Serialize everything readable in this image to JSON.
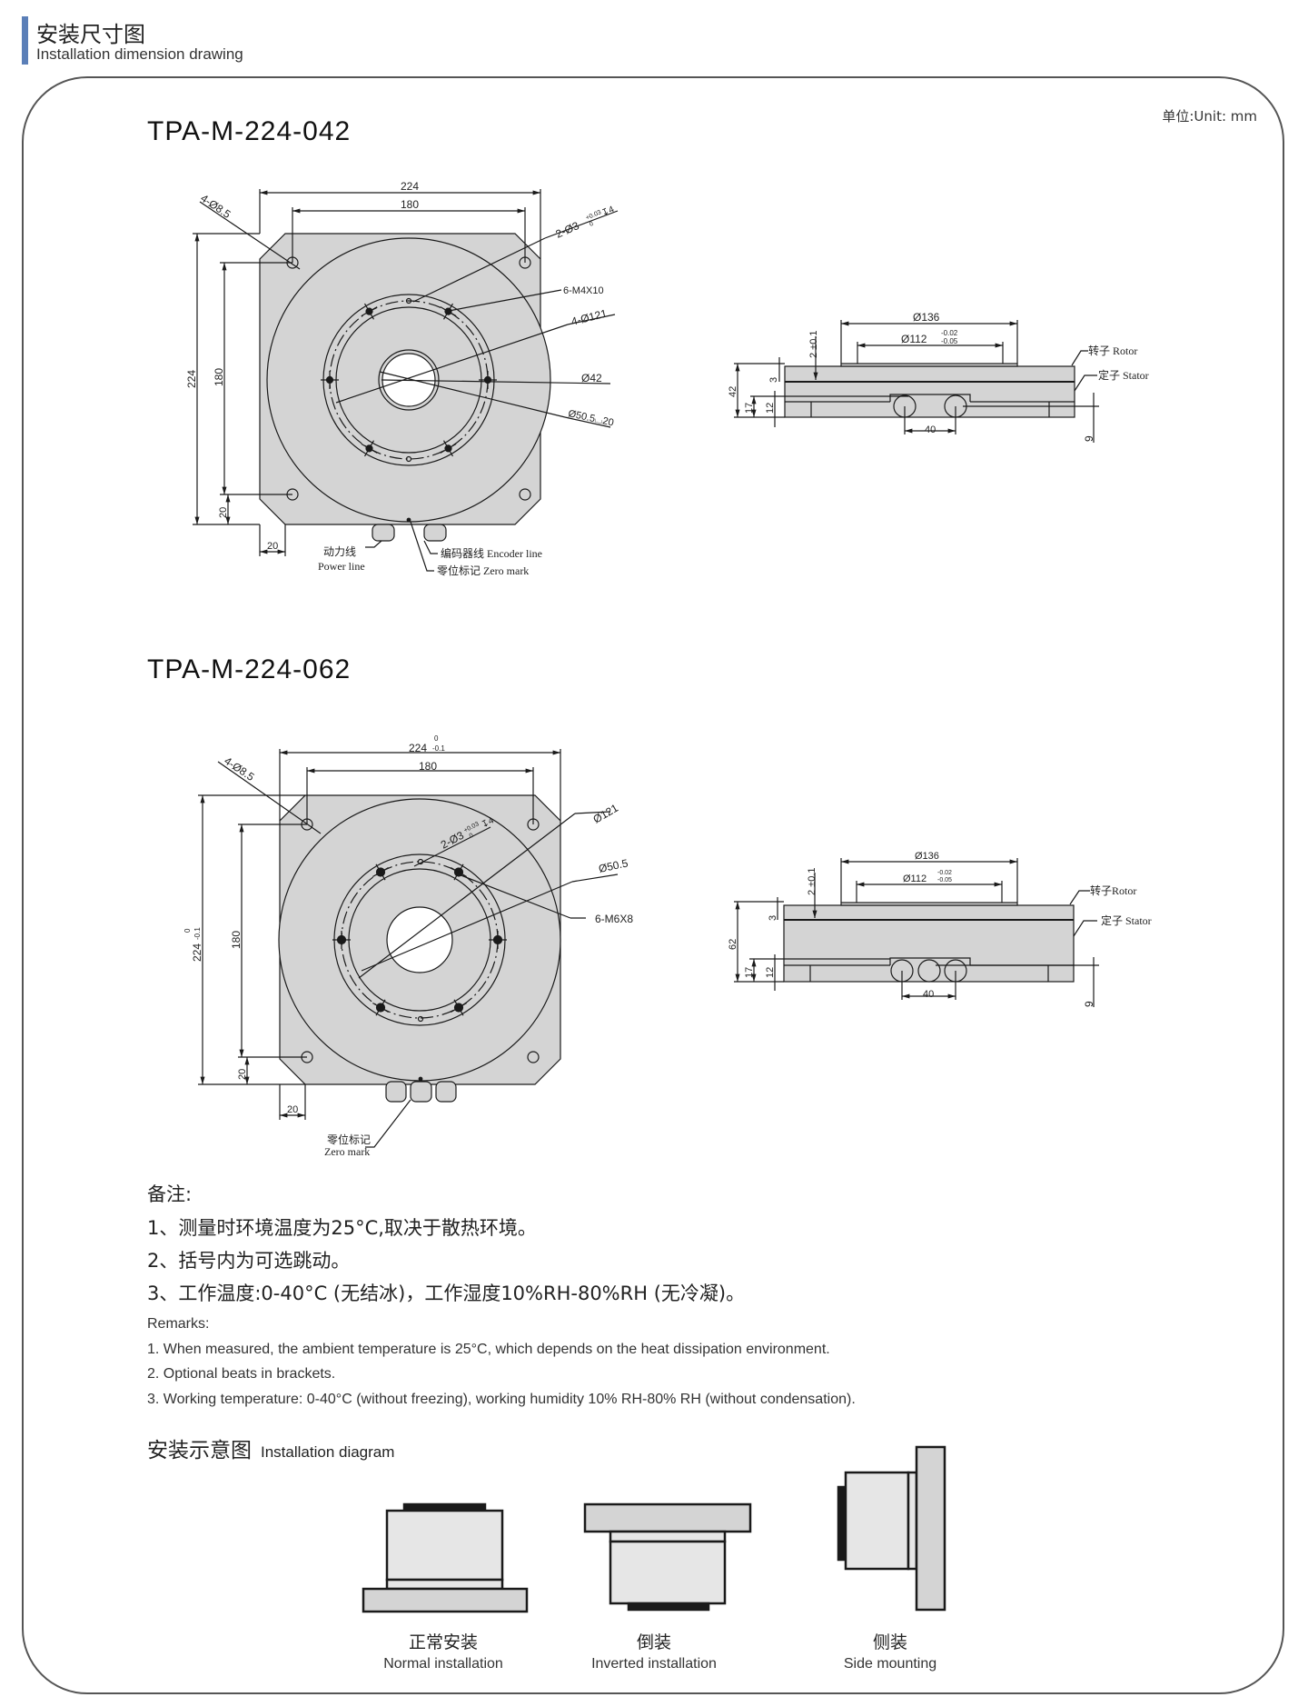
{
  "header": {
    "title_cn": "安装尺寸图",
    "title_en": "Installation dimension drawing"
  },
  "unit": "单位:Unit: mm",
  "models": [
    {
      "name": "TPA-M-224-042",
      "front": {
        "w": "224",
        "w_in": "180",
        "h": "224",
        "h_in": "180",
        "edge_v": "20",
        "edge_h": "20",
        "holes": "4-Ø8.5",
        "pin": "2-Ø3",
        "pin_tol_up": "+0.03",
        "pin_tol_low": "0",
        "pin_depth": "↧4",
        "thread": "6-M4X10",
        "pcd": "4-Ø121",
        "bore": "Ø42",
        "bore2": "Ø50.5⌴20",
        "power_cn": "动力线",
        "power_en": "Power line",
        "encoder": "编码器线 Encoder line",
        "zero": "零位标记 Zero mark"
      },
      "side": {
        "d136": "Ø136",
        "d112": "Ø112",
        "tol_up": "-0.02",
        "tol_low": "-0.05",
        "t2": "2 ±0.1",
        "t3": "3",
        "height": "42",
        "h17": "17",
        "h12": "12",
        "pitch": "40",
        "h9": "9",
        "rotor": "转子 Rotor",
        "stator": "定子 Stator"
      }
    },
    {
      "name": "TPA-M-224-062",
      "front": {
        "w": "224",
        "w_tol_up": "0",
        "w_tol_low": "-0.1",
        "w_in": "180",
        "h": "224",
        "h_in": "180",
        "edge_v": "20",
        "edge_h": "20",
        "holes": "4-Ø8.5",
        "pin": "2-Ø3",
        "pin_tol_up": "+0.03",
        "pin_tol_low": "0",
        "pin_depth": "↧4",
        "thread": "6-M6X8",
        "pcd": "Ø121",
        "bore": "Ø50.5",
        "zero_cn": "零位标记",
        "zero_en": "Zero mark"
      },
      "side": {
        "d136": "Ø136",
        "d112": "Ø112",
        "tol_up": "-0.02",
        "tol_low": "-0.05",
        "t2": "2 ±0.1",
        "t3": "3",
        "height": "62",
        "h17": "17",
        "h12": "12",
        "pitch": "40",
        "h9": "9",
        "rotor": "转子Rotor",
        "stator": "定子 Stator"
      }
    }
  ],
  "notes": {
    "title_cn": "备注:",
    "cn": [
      "1、测量时环境温度为25°C,取决于散热环境。",
      "2、括号内为可选跳动。",
      "3、工作温度:0-40°C (无结冰)，工作湿度10%RH-80%RH (无冷凝)。"
    ],
    "title_en": "Remarks:",
    "en": [
      "1. When measured, the ambient temperature is 25°C, which depends on the heat dissipation environment.",
      "2. Optional beats in brackets.",
      "3. Working temperature: 0-40°C (without freezing), working humidity 10% RH-80% RH (without condensation)."
    ]
  },
  "installation": {
    "title_cn": "安装示意图",
    "title_en": "Installation diagram",
    "items": [
      {
        "cn": "正常安装",
        "en": "Normal installation"
      },
      {
        "cn": "倒装",
        "en": "Inverted installation"
      },
      {
        "cn": "侧装",
        "en": "Side mounting"
      }
    ]
  },
  "colors": {
    "accent": "#5b7fb8",
    "part_fill": "#d4d4d4",
    "line": "#1a1a1a"
  }
}
